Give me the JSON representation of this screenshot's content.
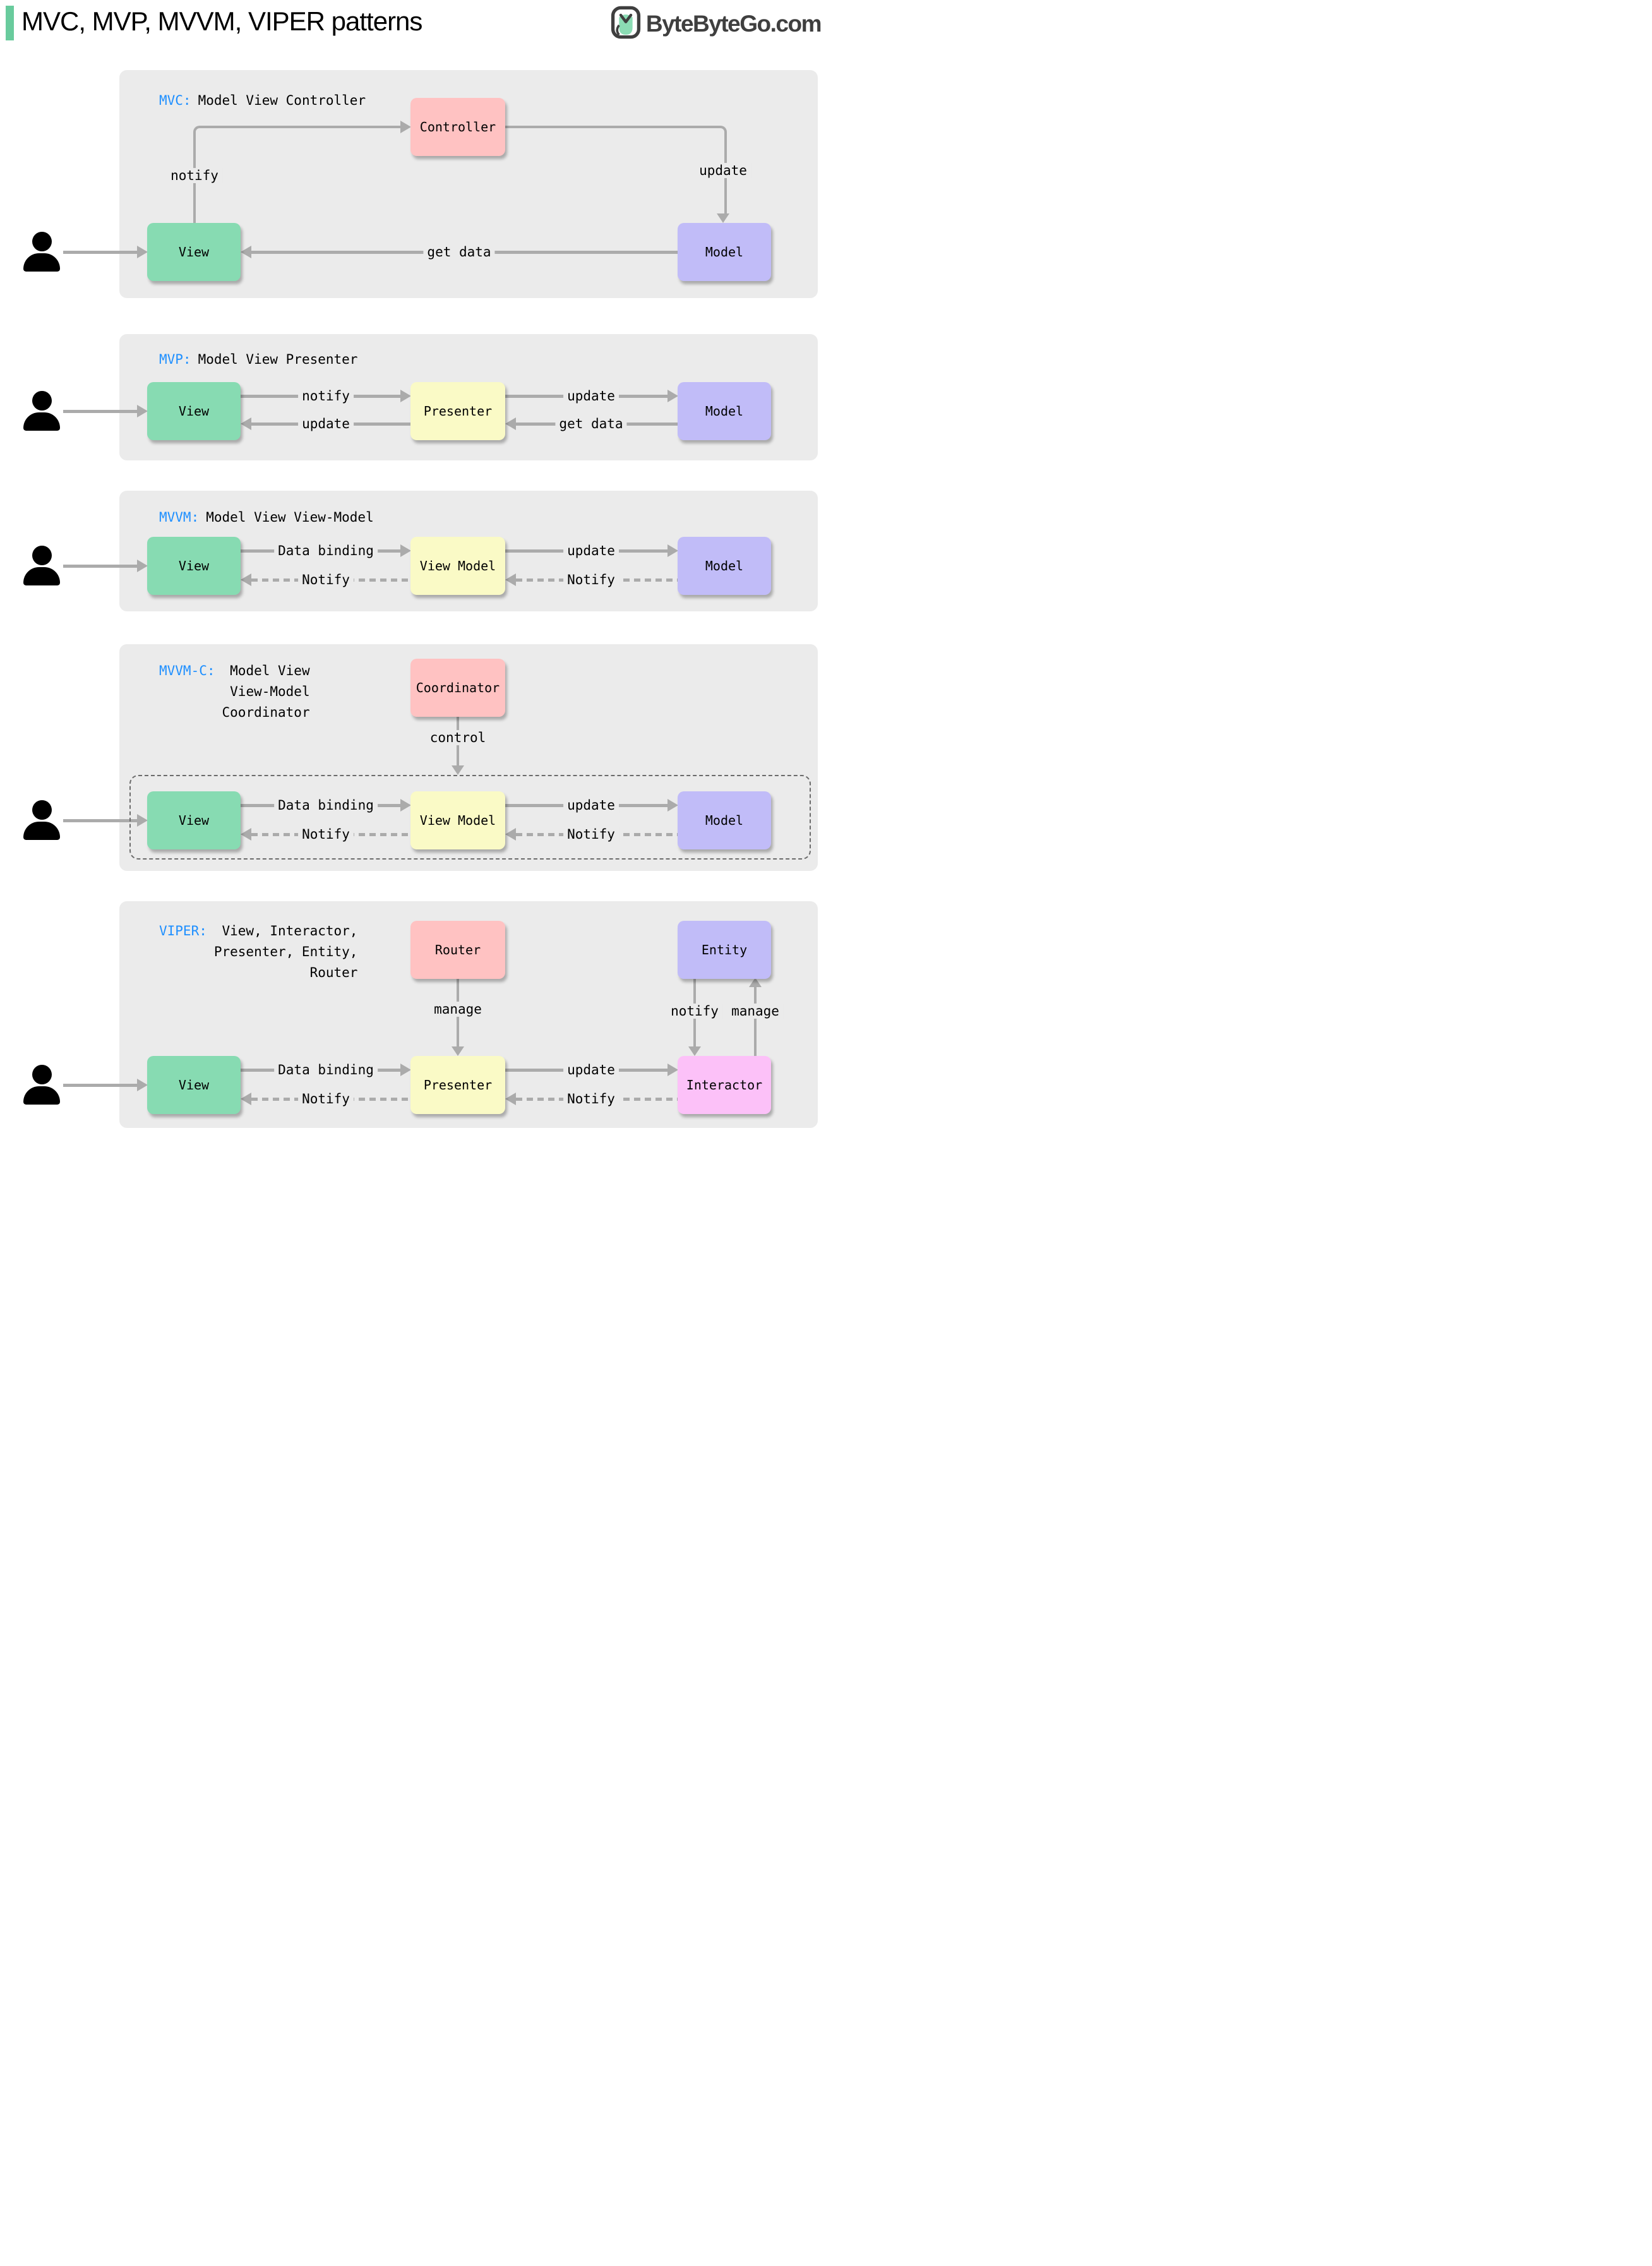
{
  "header": {
    "title": "MVC, MVP, MVVM, VIPER patterns",
    "logo": {
      "text": "ByteByteGo.com"
    }
  },
  "colors": {
    "panel": "#ebebeb",
    "arrow": "#ababab",
    "box-green": "#87dbb2",
    "box-pink": "#ffc2c2",
    "box-purple": "#c1bcf8",
    "box-yellow": "#fafac6",
    "box-magenta": "#fcc1f8",
    "tag-blue": "#1e8fff",
    "accent-green": "#69cb9d",
    "logo-dark": "#3f3f3f",
    "text": "#000000"
  },
  "panels": {
    "mvc": {
      "tag": "MVC:",
      "subtitle": "Model View Controller",
      "boxes": {
        "controller": "Controller",
        "view": "View",
        "model": "Model"
      },
      "labels": {
        "notify": "notify",
        "update": "update",
        "get_data": "get data"
      }
    },
    "mvp": {
      "tag": "MVP:",
      "subtitle": "Model View Presenter",
      "boxes": {
        "view": "View",
        "presenter": "Presenter",
        "model": "Model"
      },
      "labels": {
        "notify": "notify",
        "update_to_model": "update",
        "update_to_view": "update",
        "get_data": "get data"
      }
    },
    "mvvm": {
      "tag": "MVVM:",
      "subtitle": "Model View View-Model",
      "boxes": {
        "view": "View",
        "view_model": "View Model",
        "model": "Model"
      },
      "labels": {
        "data_binding": "Data binding",
        "update": "update",
        "notify_to_view": "Notify",
        "notify_to_view_model": "Notify"
      }
    },
    "mvvmc": {
      "tag": "MVVM-C:",
      "subtitle_lines": [
        "Model View",
        "View-Model",
        "Coordinator"
      ],
      "boxes": {
        "coordinator": "Coordinator",
        "view": "View",
        "view_model": "View Model",
        "model": "Model"
      },
      "labels": {
        "control": "control",
        "data_binding": "Data binding",
        "update": "update",
        "notify_to_view": "Notify",
        "notify_to_view_model": "Notify"
      }
    },
    "viper": {
      "tag": "VIPER:",
      "subtitle_lines": [
        "View, Interactor,",
        "Presenter, Entity,",
        "Router"
      ],
      "boxes": {
        "router": "Router",
        "entity": "Entity",
        "view": "View",
        "presenter": "Presenter",
        "interactor": "Interactor"
      },
      "labels": {
        "manage_presenter": "manage",
        "notify_interactor": "notify",
        "manage_entity": "manage",
        "data_binding": "Data binding",
        "update": "update",
        "notify_to_presenter": "Notify",
        "notify_to_view": "Notify"
      }
    }
  }
}
